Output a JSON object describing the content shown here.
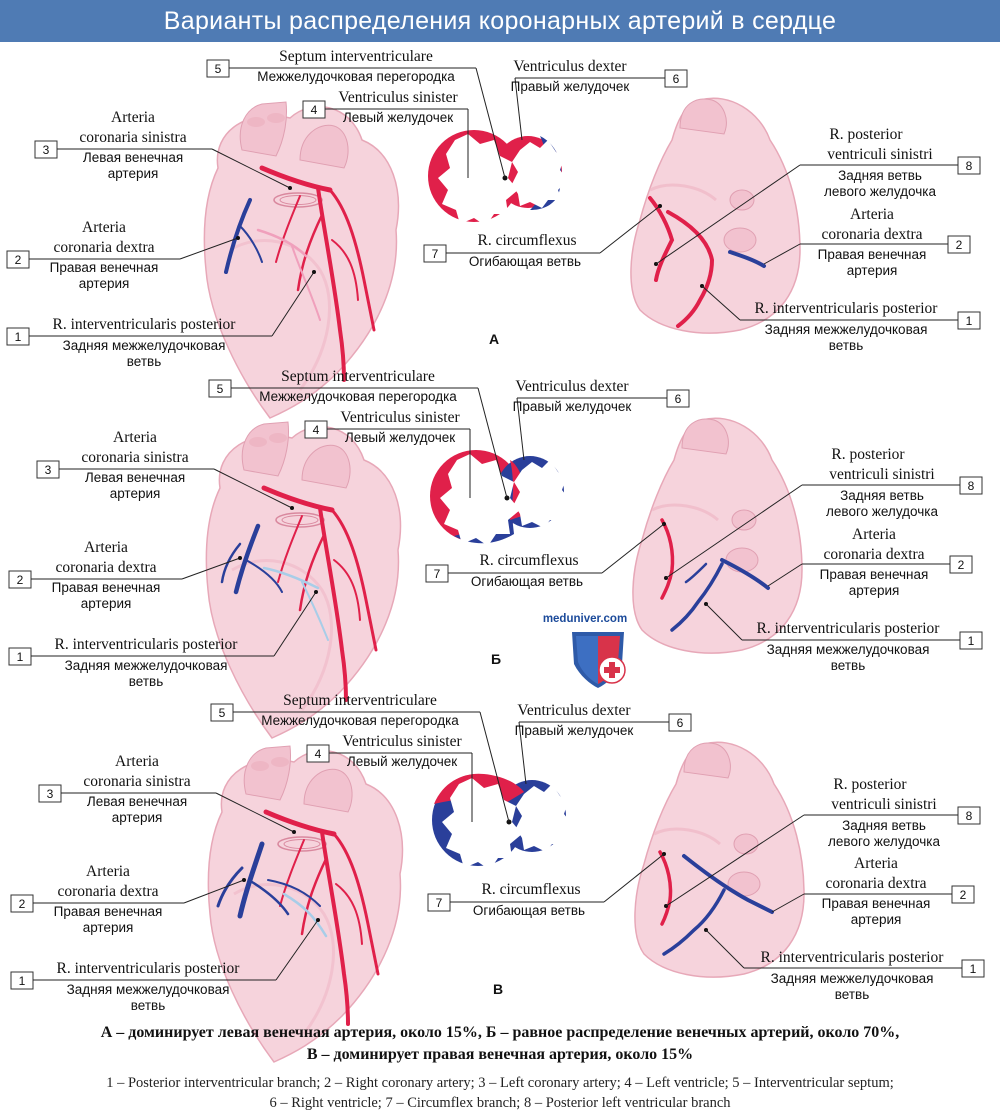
{
  "title": "Варианты распределения коронарных артерий в сердце",
  "colors": {
    "title_bg": "#4f7bb4",
    "artery_left": "#e0204a",
    "artery_right": "#2a3f9a",
    "heart": "#f6d3dc"
  },
  "watermark": {
    "site": "meduniver.com",
    "icon": "shield-cross-icon"
  },
  "labels": {
    "septum": {
      "num": "5",
      "latin": "Septum interventriculare",
      "russian": "Межжелудочковая перегородка"
    },
    "rv": {
      "num": "6",
      "latin": "Ventriculus dexter",
      "russian": "Правый желудочек"
    },
    "lv": {
      "num": "4",
      "latin": "Ventriculus sinister",
      "russian": "Левый желудочек"
    },
    "lca": {
      "num": "3",
      "latin1": "Arteria",
      "latin2": "coronaria sinistra",
      "russian1": "Левая венечная",
      "russian2": "артерия"
    },
    "rca": {
      "num": "2",
      "latin1": "Arteria",
      "latin2": "coronaria dextra",
      "russian1": "Правая венечная",
      "russian2": "артерия"
    },
    "pib": {
      "num": "1",
      "latin": "R. interventricularis posterior",
      "russian1": "Задняя межжелудочковая",
      "russian2": "ветвь"
    },
    "circ": {
      "num": "7",
      "latin": "R. circumflexus",
      "russian": "Огибающая ветвь"
    },
    "plv": {
      "num": "8",
      "latin1": "R. posterior",
      "latin2": "ventriculi sinistri",
      "russian1": "Задняя ветвь",
      "russian2": "левого желудочка"
    }
  },
  "panels": [
    {
      "letter": "А",
      "share": 0.15
    },
    {
      "letter": "Б",
      "share": 0.7
    },
    {
      "letter": "В",
      "share": 0.15
    }
  ],
  "caption": {
    "line1": "А – доминирует левая венечная артерия, около 15%, Б – равное распределение венечных артерий, около 70%,",
    "line2": "В – доминирует правая венечная артерия, около 15%"
  },
  "legend": {
    "line1": "1 – Posterior interventricular branch; 2 – Right coronary artery; 3 – Left coronary artery; 4 – Left ventricle; 5 – Interventricular septum;",
    "line2": "6 – Right ventricle; 7 – Circumflex branch; 8 – Posterior left ventricular branch"
  }
}
